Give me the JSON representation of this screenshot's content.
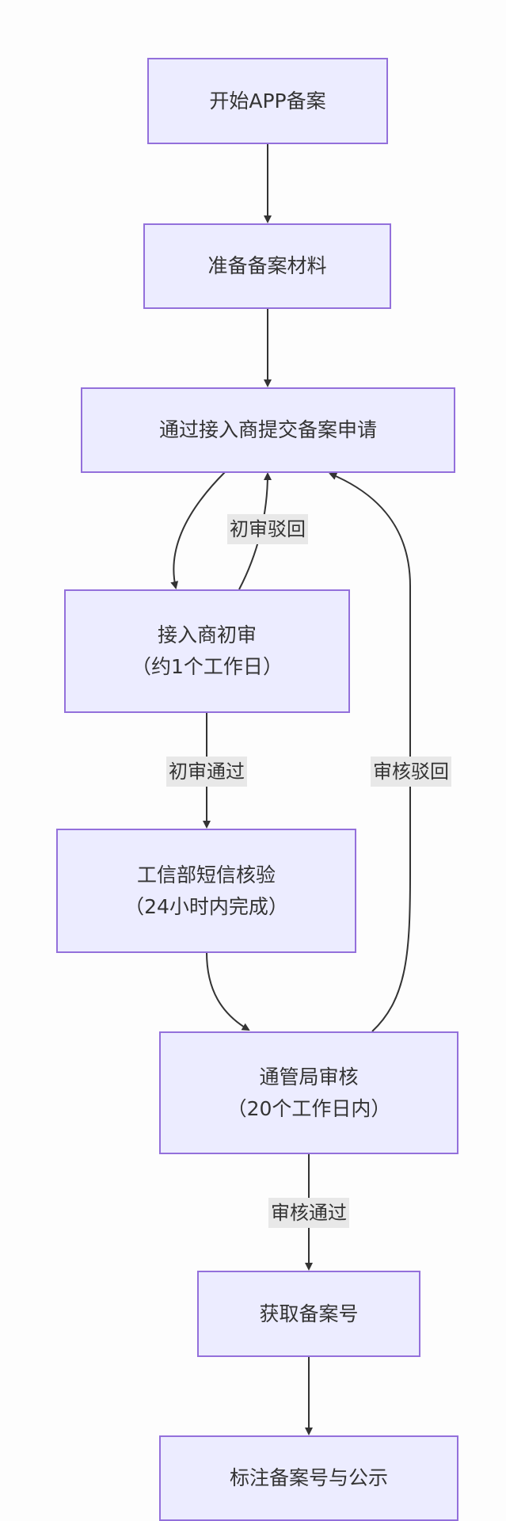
{
  "nodes": {
    "start": "开始APP备案",
    "prepare": "准备备案材料",
    "submit": "通过接入商提交备案申请",
    "isp_review": {
      "line1": "接入商初审",
      "line2": "（约1个工作日）"
    },
    "sms_verify": {
      "line1": "工信部短信核验",
      "line2": "（24小时内完成）"
    },
    "bureau_review": {
      "line1": "通管局审核",
      "line2": "（20个工作日内）"
    },
    "get_number": "获取备案号",
    "publish": "标注备案号与公示"
  },
  "edge_labels": {
    "initial_reject": "初审驳回",
    "initial_pass": "初审通过",
    "review_reject": "审核驳回",
    "review_pass": "审核通过"
  },
  "colors": {
    "node_fill": "#ececff",
    "node_border": "#9370db",
    "edge": "#333333",
    "label_bg": "#e8e8e8"
  }
}
